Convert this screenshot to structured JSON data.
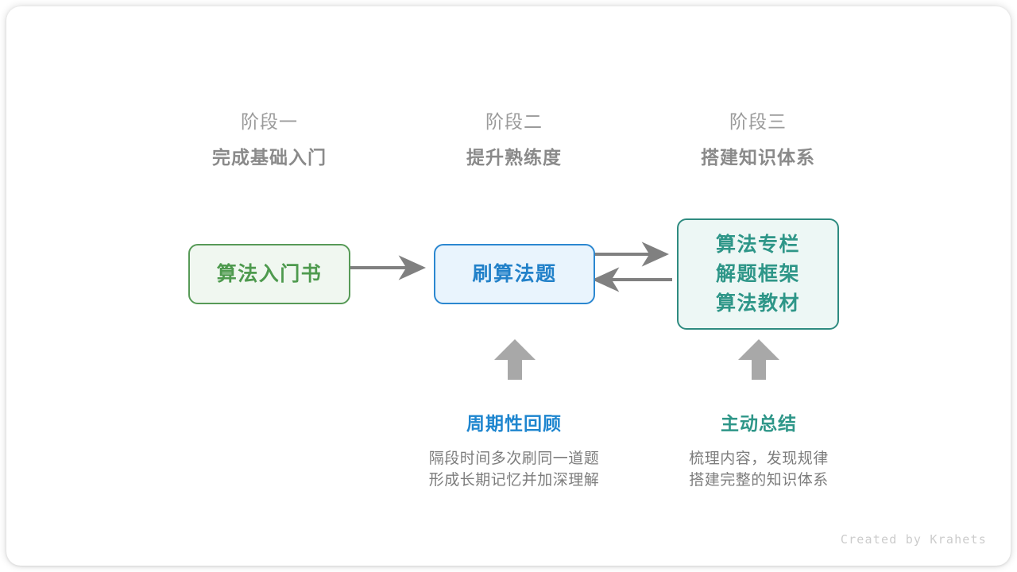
{
  "canvas": {
    "background": "#ffffff",
    "credit": "Created by Krahets"
  },
  "palette": {
    "green": "#4e9a4e",
    "green_border": "#579a57",
    "green_fill": "#f0f7f0",
    "blue": "#2281c9",
    "blue_border": "#2b87d0",
    "blue_fill": "#e9f4fd",
    "teal": "#2e9688",
    "teal_border": "#2f8b80",
    "teal_fill": "#edf7f5",
    "gray_arrow": "#808080",
    "gray_block_arrow": "#a8a8a8",
    "header_gray": "#9b9b9b",
    "header_bold_gray": "#8a8a8a",
    "body_gray": "#7d7d7d",
    "credit_gray": "#cccccc"
  },
  "stages": [
    {
      "kicker": "阶段一",
      "title": "完成基础入门"
    },
    {
      "kicker": "阶段二",
      "title": "提升熟练度"
    },
    {
      "kicker": "阶段三",
      "title": "搭建知识体系"
    }
  ],
  "nodes": {
    "book": {
      "lines": [
        "算法入门书"
      ]
    },
    "practice": {
      "lines": [
        "刷算法题"
      ]
    },
    "resources": {
      "lines": [
        "算法专栏",
        "解题框架",
        "算法教材"
      ]
    }
  },
  "annotations": [
    {
      "title": "周期性回顾",
      "color": "blue",
      "desc_lines": [
        "隔段时间多次刷同一道题",
        "形成长期记忆并加深理解"
      ]
    },
    {
      "title": "主动总结",
      "color": "teal",
      "desc_lines": [
        "梳理内容，发现规律",
        "搭建完整的知识体系"
      ]
    }
  ],
  "connectors": [
    {
      "name": "book-to-practice",
      "direction": "right"
    },
    {
      "name": "practice-to-resources",
      "direction": "right"
    },
    {
      "name": "resources-to-practice",
      "direction": "left"
    },
    {
      "name": "review-up",
      "direction": "up"
    },
    {
      "name": "summary-up",
      "direction": "up"
    }
  ]
}
